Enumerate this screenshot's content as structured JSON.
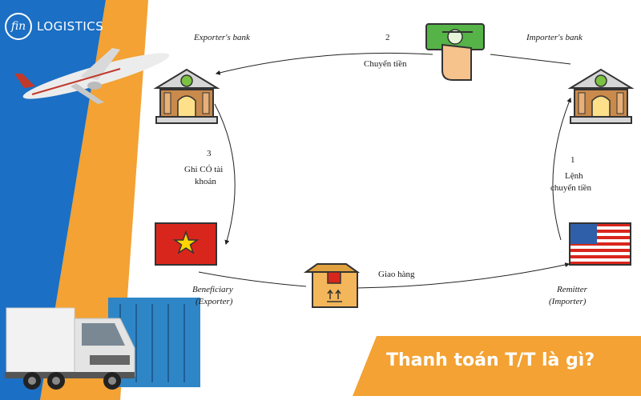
{
  "brand": {
    "badge": "fin",
    "name": "LOGISTICS"
  },
  "nodes": {
    "exporter_bank": "Exporter's bank",
    "importer_bank": "Importer's bank",
    "beneficiary": "Beneficiary",
    "beneficiary_sub": "(Exporter)",
    "remitter": "Remitter",
    "remitter_sub": "(Importer)"
  },
  "steps": {
    "s1_num": "1",
    "s1_line1": "Lệnh",
    "s1_line2": "chuyển tiền",
    "s2_num": "2",
    "s2_label": "Chuyển tiền",
    "s3_num": "3",
    "s3_line1": "Ghi CÓ tài",
    "s3_line2": "khoản",
    "delivery": "Giao hàng"
  },
  "title": "Thanh toán T/T là gì?",
  "colors": {
    "blue": "#1b6fc4",
    "orange": "#f3a233",
    "bank": "#c98a4b",
    "vn_red": "#d9261c",
    "star": "#ffd400",
    "money": "#55b347"
  }
}
